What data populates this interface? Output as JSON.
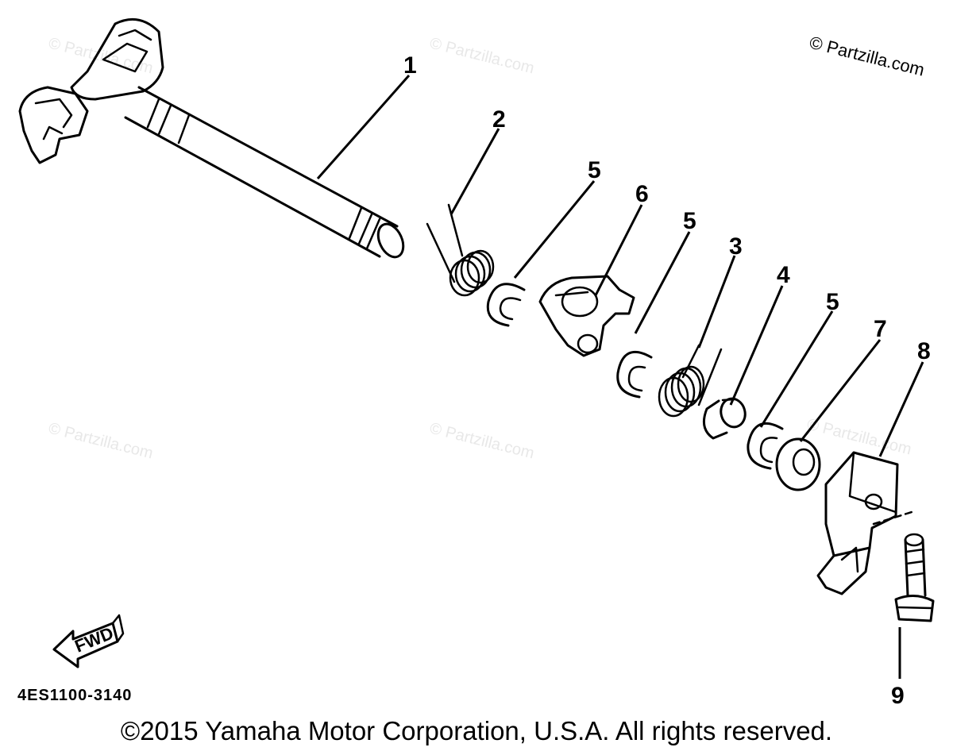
{
  "diagram": {
    "part_numbers": [
      "1",
      "2",
      "5",
      "6",
      "5",
      "3",
      "4",
      "5",
      "7",
      "8",
      "9"
    ],
    "fwd_label": "FWD",
    "drawing_code": "4ES1100-3140",
    "copyright": "©2015 Yamaha Motor Corporation, U.S.A. All rights reserved."
  },
  "watermark": {
    "main": "© Partzilla.com",
    "faint": "© Partzilla.com"
  }
}
